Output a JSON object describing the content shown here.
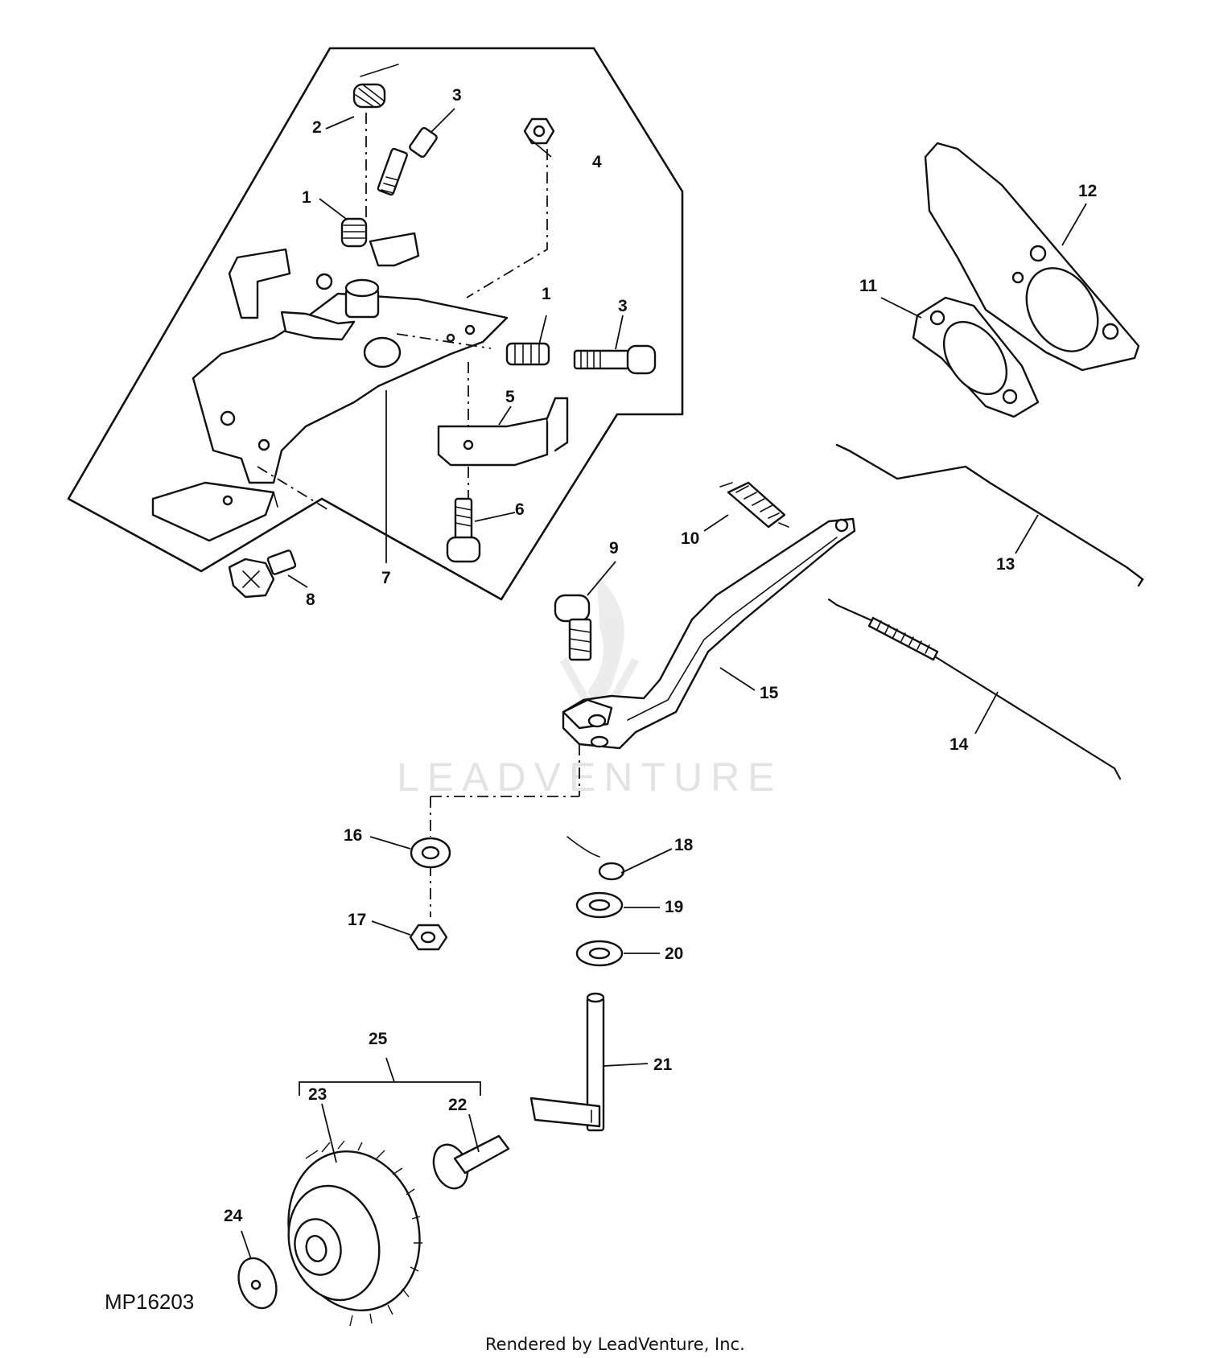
{
  "diagram": {
    "callouts": [
      "1",
      "2",
      "3",
      "4",
      "1",
      "3",
      "5",
      "6",
      "7",
      "8",
      "9",
      "10",
      "11",
      "12",
      "13",
      "14",
      "15",
      "16",
      "17",
      "18",
      "19",
      "20",
      "21",
      "22",
      "23",
      "24",
      "25"
    ],
    "figure_code": "MP16203",
    "watermark": "LEADVENTURE",
    "credit": "Rendered by LeadVenture, Inc."
  }
}
